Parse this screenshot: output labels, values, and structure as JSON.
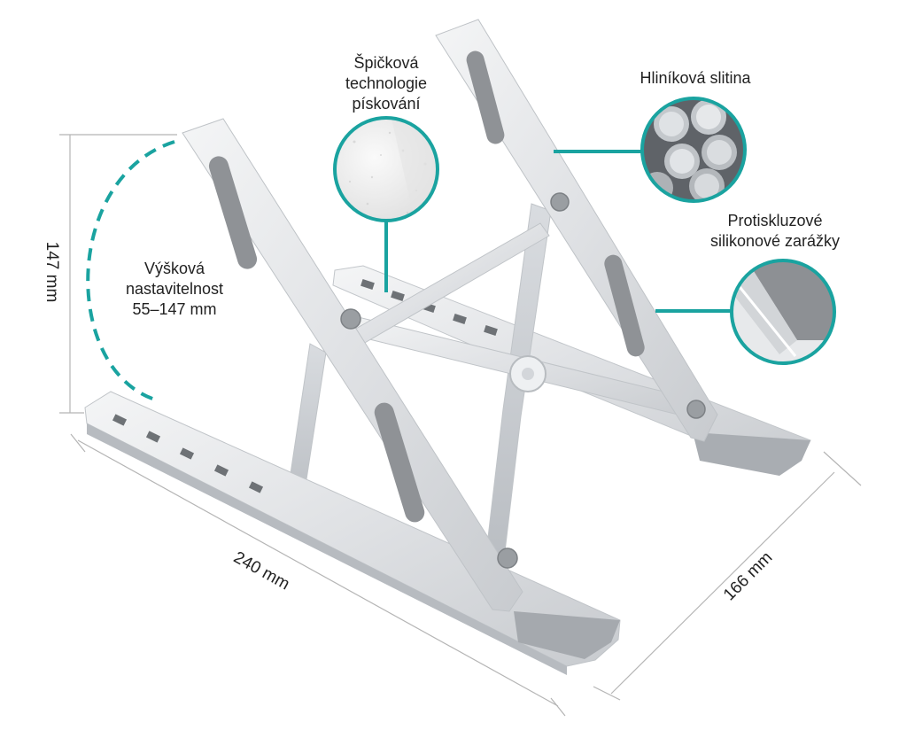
{
  "labels": {
    "height_adjust": [
      "Výšková",
      "nastavitelnost",
      "55–147 mm"
    ],
    "sandblast": [
      "Špičková",
      "technologie",
      "pískování"
    ],
    "alloy": [
      "Hliníková slitina"
    ],
    "silicone": [
      "Protiskluzové",
      "silikonové zarážky"
    ]
  },
  "dimensions": {
    "height": "147 mm",
    "length": "240 mm",
    "width": "166 mm"
  },
  "colors": {
    "accent": "#1aa3a0",
    "aluminium": "#e4e6e8",
    "aluminium_shade": "#c9ccd0",
    "pad_grey": "#8f9296",
    "dimension_line": "#b5b5b5"
  }
}
